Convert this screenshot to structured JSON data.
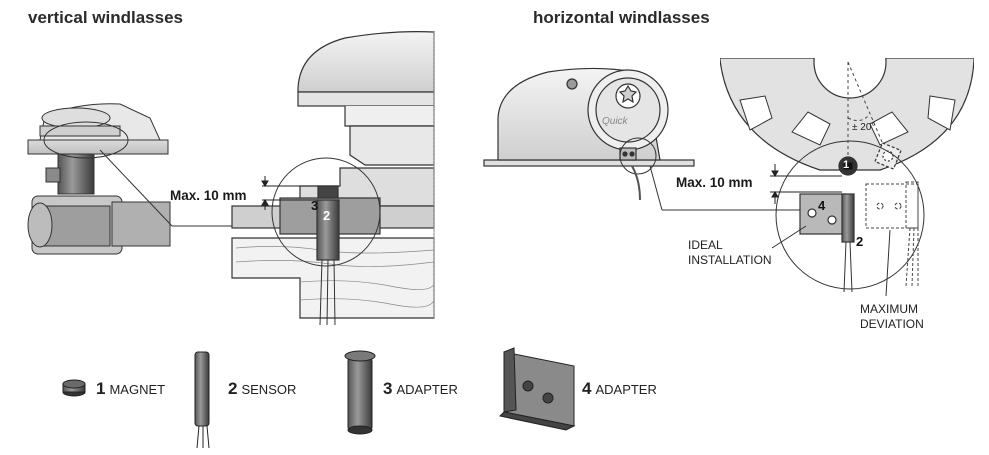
{
  "titles": {
    "vertical": "vertical windlasses",
    "horizontal": "horizontal windlasses"
  },
  "dims": {
    "vertical_max": "Max. 10 mm",
    "horizontal_max": "Max. 10 mm",
    "angle": "± 20°"
  },
  "callouts": {
    "ideal_line1": "IDEAL",
    "ideal_line2": "INSTALLATION",
    "max_line1": "MAXIMUM",
    "max_line2": "DEVIATION"
  },
  "part_numbers": {
    "v3": "3",
    "v2": "2",
    "h4": "4",
    "h2": "2",
    "h1": "1"
  },
  "brand": "Quick",
  "legend": [
    {
      "num": "1",
      "name": "MAGNET"
    },
    {
      "num": "2",
      "name": "SENSOR"
    },
    {
      "num": "3",
      "name": "ADAPTER"
    },
    {
      "num": "4",
      "name": "ADAPTER"
    }
  ],
  "colors": {
    "line": "#333333",
    "grey_light": "#e6e6e6",
    "grey_mid": "#bdbdbd",
    "grey_dark": "#555555"
  }
}
